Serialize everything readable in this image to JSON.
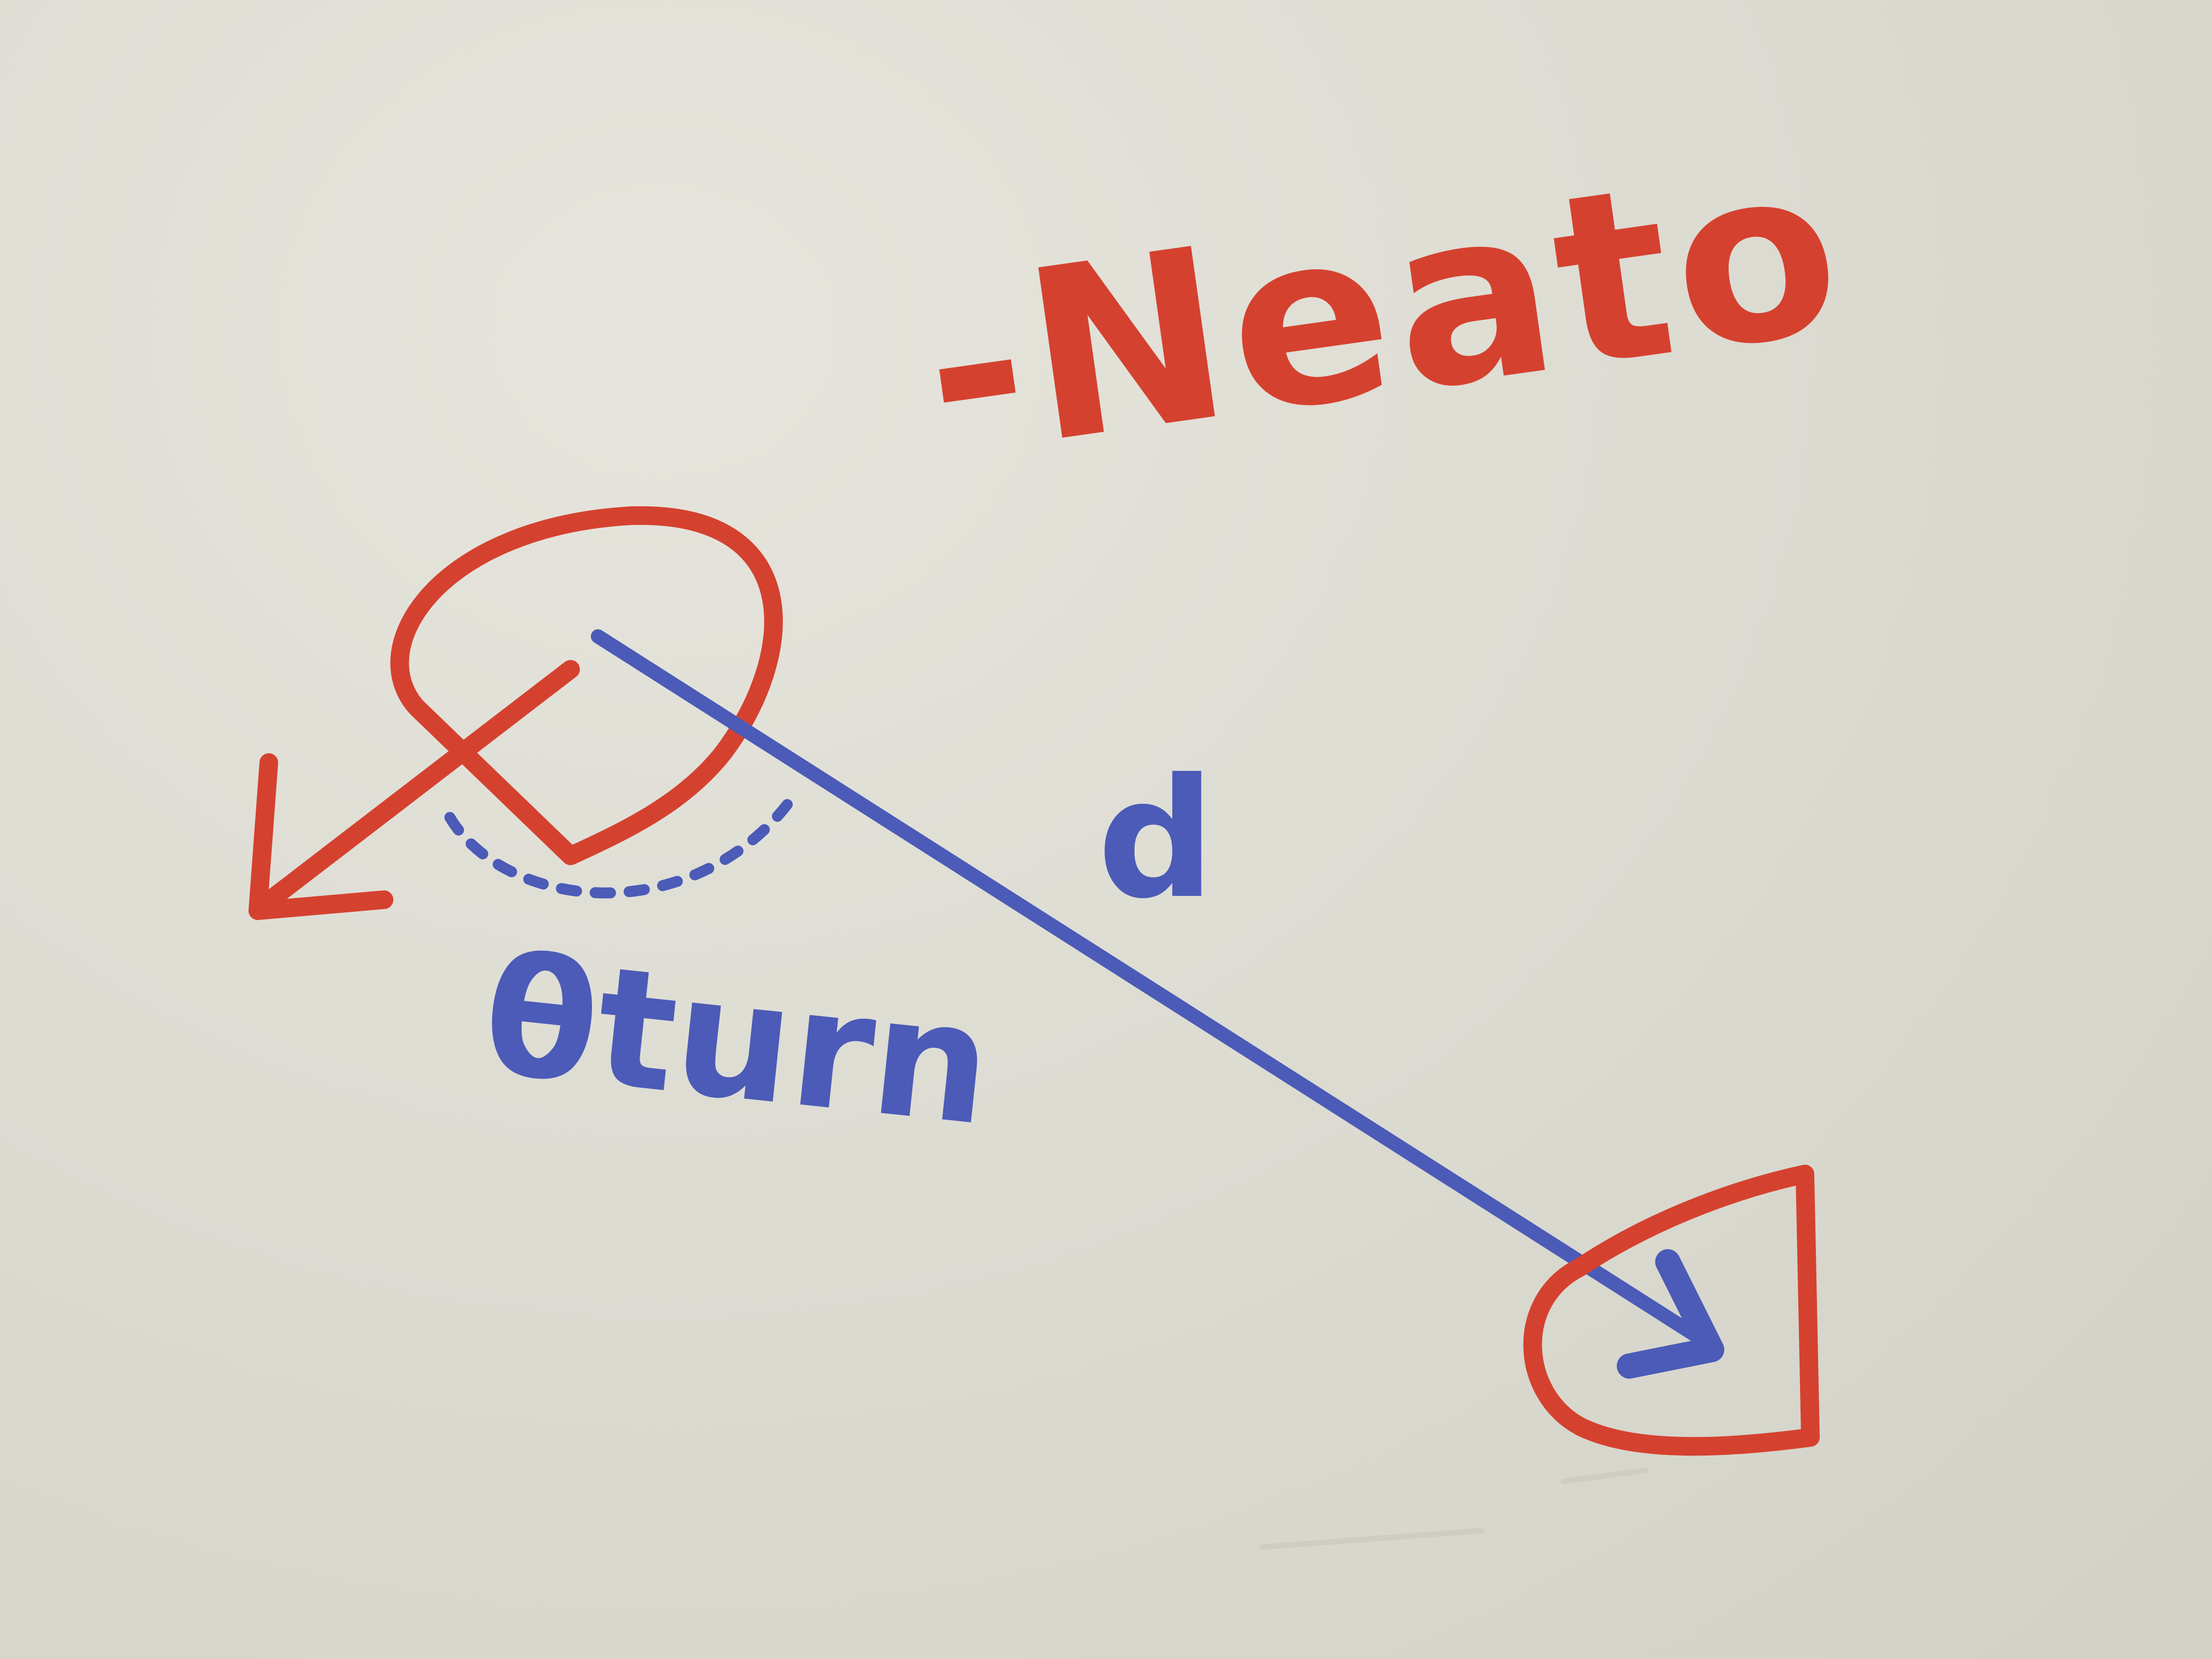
{
  "whiteboard": {
    "title": "-Neato",
    "distance_label": "d",
    "angle_label": "θturn",
    "ink_colors": {
      "red": "#d5412f",
      "blue": "#4b5bb7"
    }
  }
}
